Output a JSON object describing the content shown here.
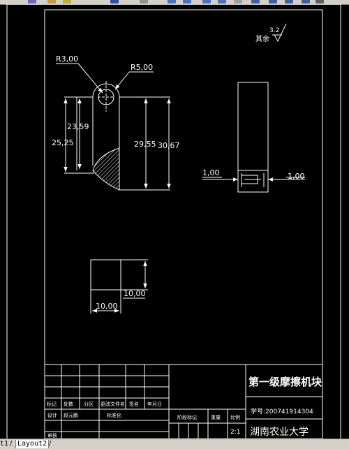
{
  "drawing": {
    "roughness_prefix": "其余",
    "roughness_value": "3.2",
    "dims": {
      "r3": "R3,00",
      "r5": "R5,00",
      "d23": "23,59",
      "d25": "25,25",
      "d29": "29,55",
      "d30": "30,67",
      "side_left": "1,00",
      "side_right": "1,00",
      "sq_h": "10,00",
      "sq_w": "10,00"
    }
  },
  "title_block": {
    "title": "第一级摩擦机块",
    "student_id": "学号:200741914304",
    "school": "湖南农业大学",
    "scale": "2:1",
    "labels": {
      "biaoji": "标记",
      "chushu": "处数",
      "fenqu": "分区",
      "genggai": "更改文件名",
      "qianming": "签名",
      "nianyueri": "年月日",
      "sheji": "设计",
      "designer": "段元鹏",
      "biaozhunhua": "标准化",
      "jieduan": "阶段标记",
      "zhongliang": "重量",
      "bili": "比例",
      "shenhe": "审核"
    }
  },
  "tabs": {
    "left": "t1",
    "active": "Layout2"
  }
}
